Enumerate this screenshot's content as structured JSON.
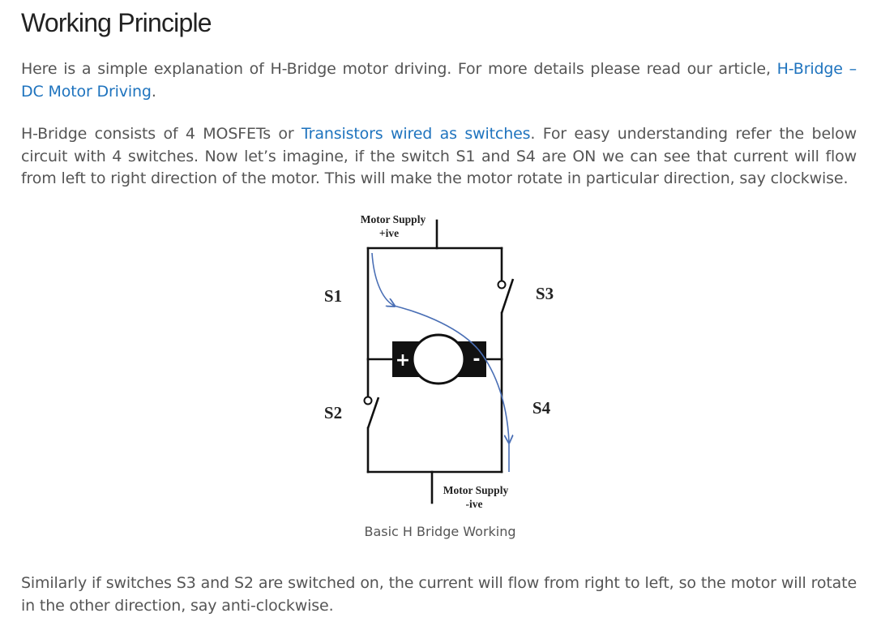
{
  "heading": "Working Principle",
  "paragraph1": {
    "text_before": "Here is a simple explanation of H-Bridge motor driving. For more details please read our article, ",
    "link": "H-Bridge – DC Motor Driving",
    "text_after": "."
  },
  "paragraph2": {
    "text_before": "H-Bridge consists of 4 MOSFETs or ",
    "link": "Transistors wired as switches",
    "text_after": ". For easy understanding refer the below circuit with 4 switches. Now let’s imagine, if the switch S1 and S4 are ON we can see that current will flow from left to right direction of the motor. This will make the motor rotate in particular direction, say clockwise."
  },
  "figure": {
    "supply_pos_line1": "Motor Supply",
    "supply_pos_line2": "+ive",
    "supply_neg_line1": "Motor Supply",
    "supply_neg_line2": "-ive",
    "switch_s1": "S1",
    "switch_s2": "S2",
    "switch_s3": "S3",
    "switch_s4": "S4",
    "motor_plus": "+",
    "motor_minus": "-",
    "caption": "Basic H Bridge Working",
    "current_color": "#4a6fb5"
  },
  "paragraph3": "Similarly if switches S3 and S2 are switched on, the current will flow from right to left, so the motor will rotate in the other direction, say anti-clockwise."
}
